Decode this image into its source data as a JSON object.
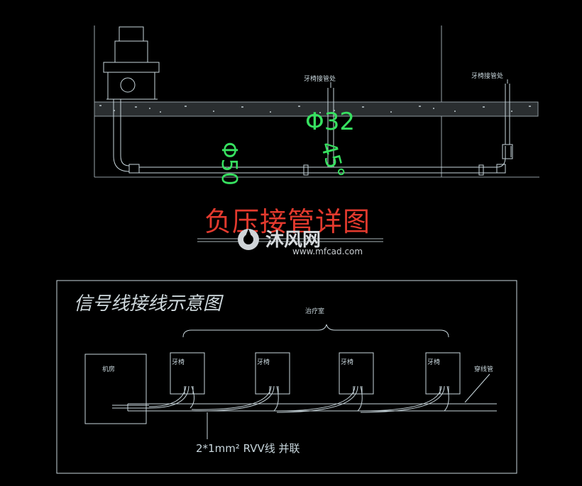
{
  "top_drawing": {
    "title": "负压接管详图",
    "pipe_label_1": "牙椅接管处",
    "pipe_label_2": "牙椅接管处",
    "dim_d32": "Φ32",
    "dim_45": "45°",
    "dim_d50": "Φ50"
  },
  "watermark": {
    "name": "沐风网",
    "url": "www.mfcad.com"
  },
  "signal_drawing": {
    "title": "信号线接线示意图",
    "room_label": "治疗室",
    "machine_room": "机房",
    "chairs": [
      "牙椅",
      "牙椅",
      "牙椅",
      "牙椅"
    ],
    "conduit_label": "穿线管",
    "wire_spec": "2*1mm² RVV线 并联"
  },
  "colors": {
    "line": "#c8d6dc",
    "green": "#37e060",
    "red": "#e33a2e"
  }
}
